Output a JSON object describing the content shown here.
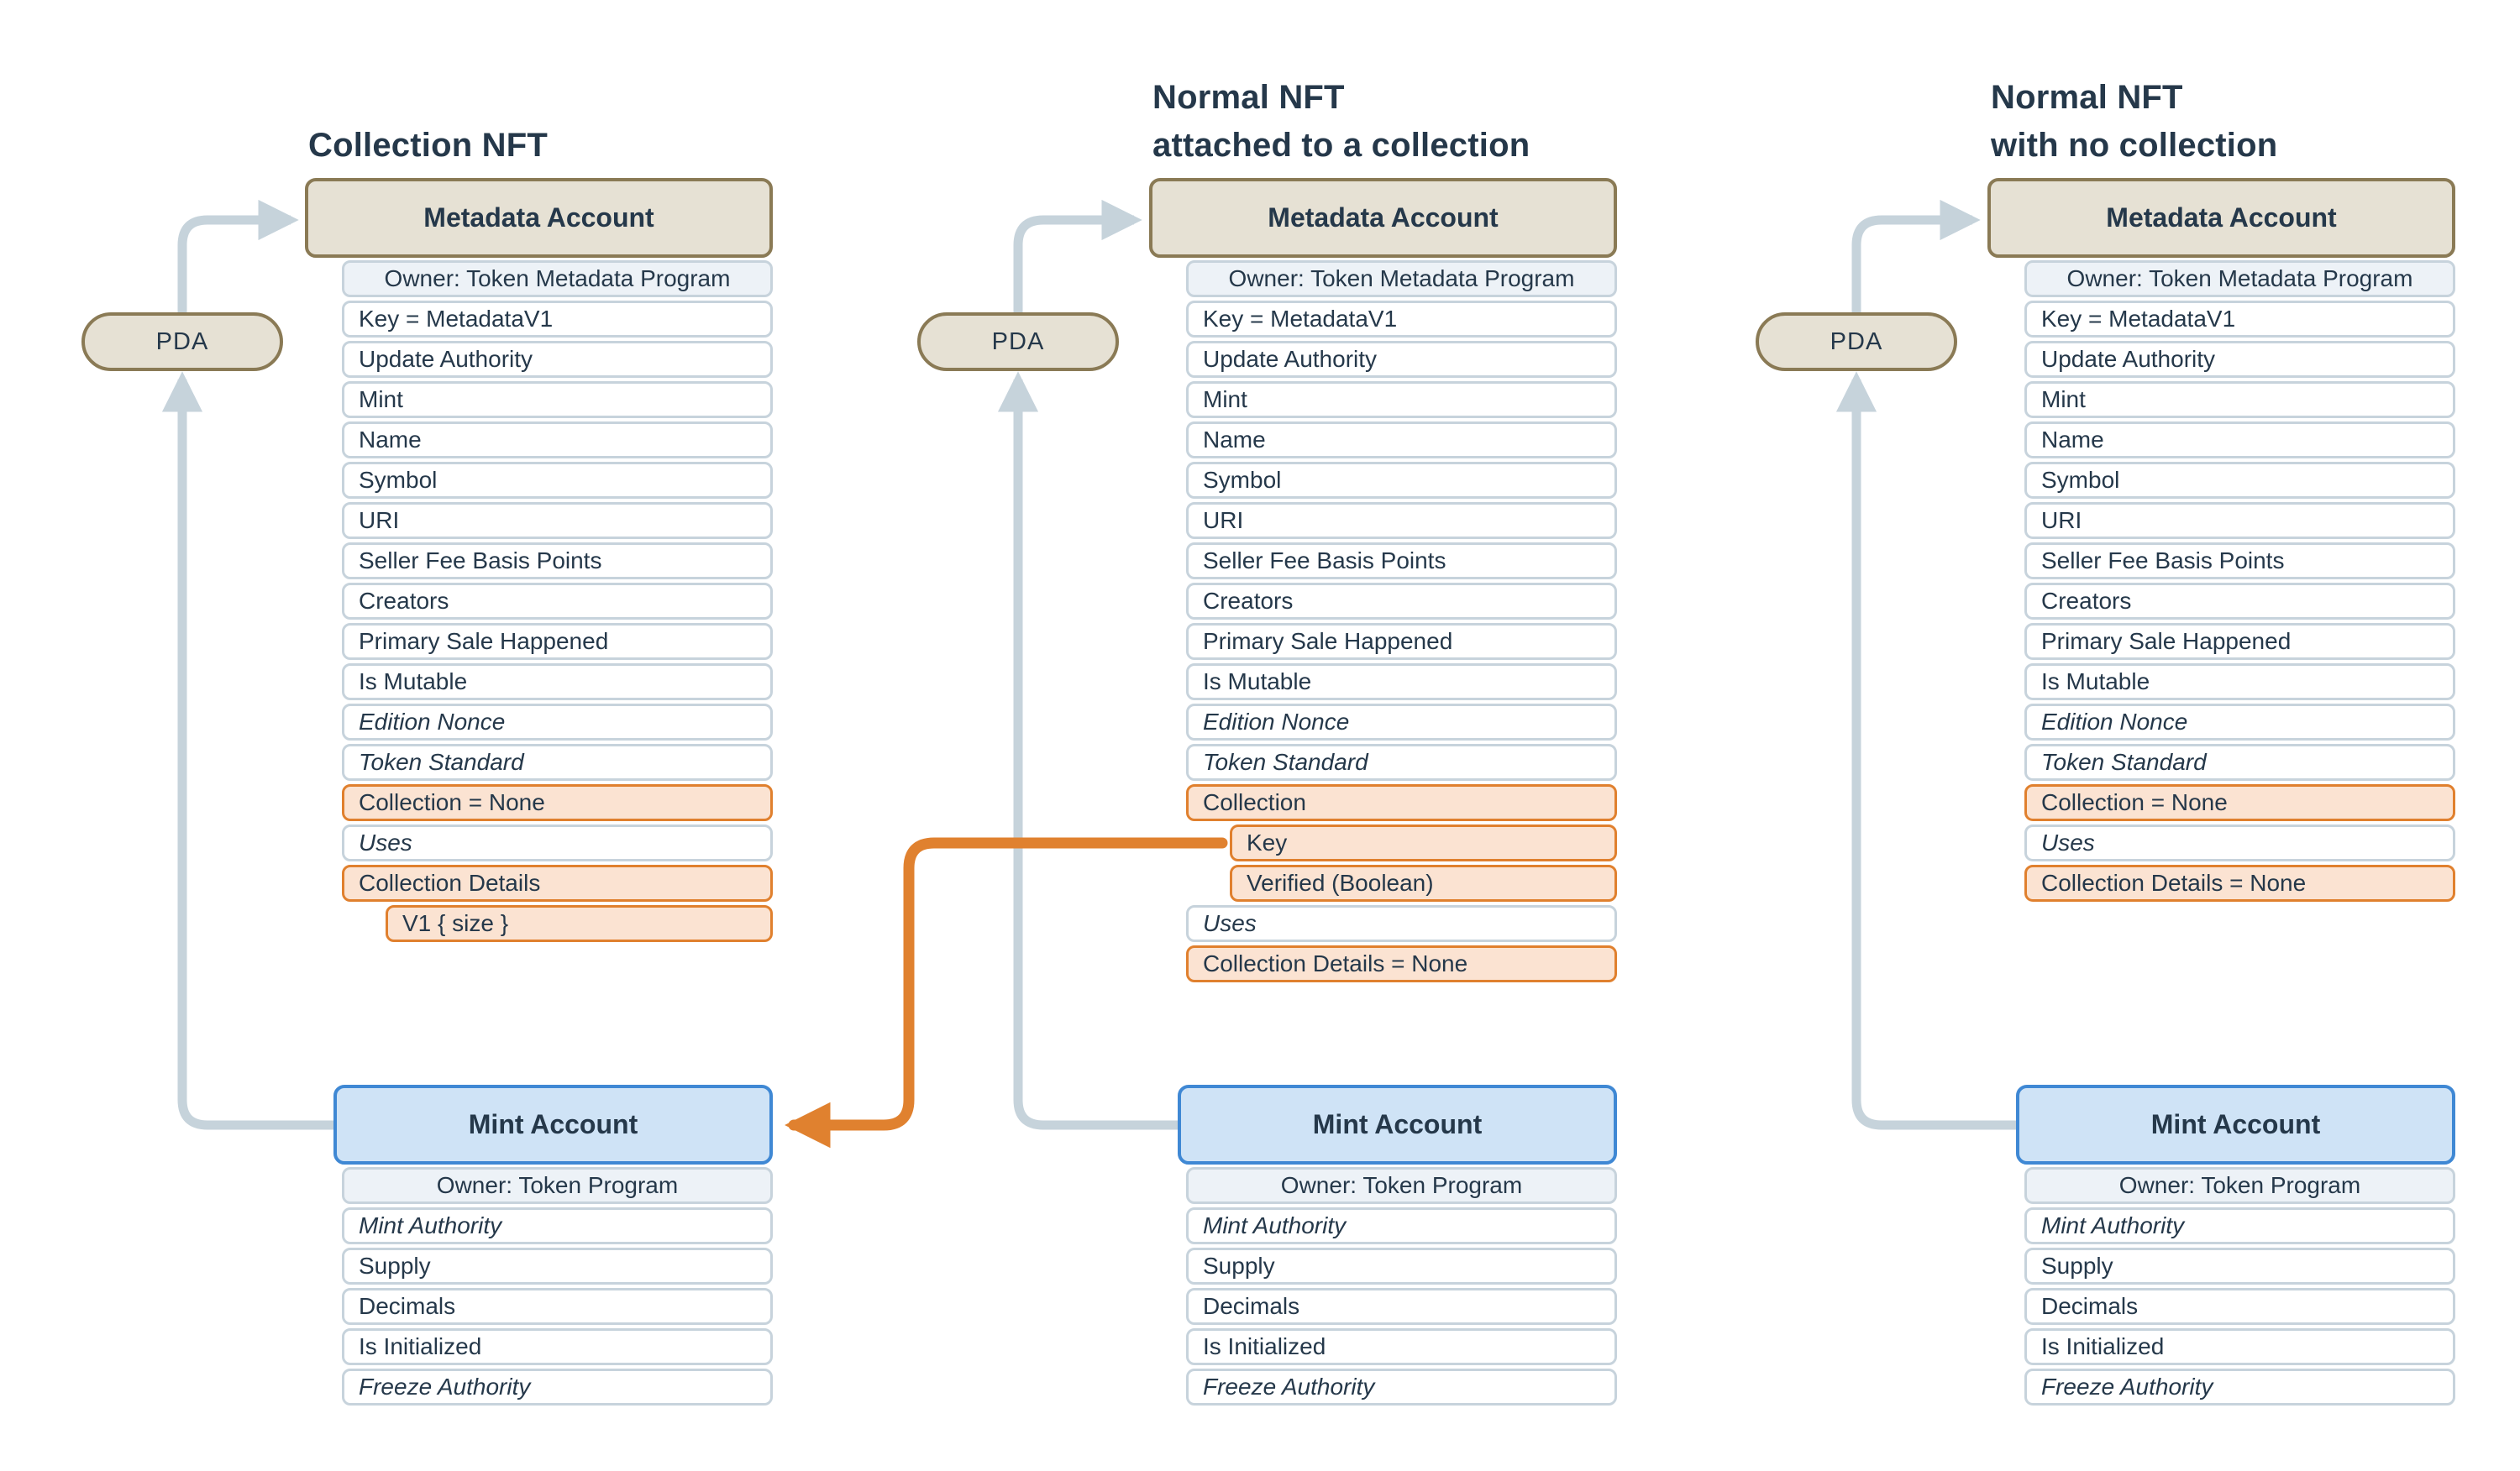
{
  "colors": {
    "text": "#25384a",
    "account_tan_fill": "#e6e1d4",
    "account_tan_border": "#8a7a55",
    "mint_blue_fill": "#cfe3f6",
    "mint_blue_border": "#3f88d4",
    "row_border": "#c7d3dc",
    "owner_row_fill": "#edf2f7",
    "highlight_fill": "#fbe3d2",
    "highlight_border": "#e0802e",
    "arrow_gray": "#c6d3db",
    "arrow_orange": "#e0812f"
  },
  "columns": [
    {
      "title_lines": [
        "Collection NFT"
      ],
      "pda_label": "PDA",
      "metadata": {
        "header": "Metadata Account",
        "owner": "Owner: Token Metadata Program",
        "rows": [
          {
            "label": "Key = MetadataV1"
          },
          {
            "label": "Update Authority"
          },
          {
            "label": "Mint"
          },
          {
            "label": "Name"
          },
          {
            "label": "Symbol"
          },
          {
            "label": "URI"
          },
          {
            "label": "Seller Fee Basis Points"
          },
          {
            "label": "Creators"
          },
          {
            "label": "Primary Sale Happened"
          },
          {
            "label": "Is Mutable"
          },
          {
            "label": "Edition Nonce",
            "style": "italic"
          },
          {
            "label": "Token Standard",
            "style": "italic"
          },
          {
            "label": "Collection = None",
            "style": "highlight"
          },
          {
            "label": "Uses",
            "style": "italic"
          },
          {
            "label": "Collection Details",
            "style": "highlight"
          },
          {
            "label": "V1 { size }",
            "style": "highlight indent"
          }
        ]
      },
      "mint": {
        "header": "Mint Account",
        "owner": "Owner: Token Program",
        "rows": [
          {
            "label": "Mint Authority",
            "style": "italic"
          },
          {
            "label": "Supply"
          },
          {
            "label": "Decimals"
          },
          {
            "label": "Is Initialized"
          },
          {
            "label": "Freeze Authority",
            "style": "italic"
          }
        ]
      }
    },
    {
      "title_lines": [
        "Normal NFT",
        "attached to a collection"
      ],
      "pda_label": "PDA",
      "metadata": {
        "header": "Metadata Account",
        "owner": "Owner: Token Metadata Program",
        "rows": [
          {
            "label": "Key = MetadataV1"
          },
          {
            "label": "Update Authority"
          },
          {
            "label": "Mint"
          },
          {
            "label": "Name"
          },
          {
            "label": "Symbol"
          },
          {
            "label": "URI"
          },
          {
            "label": "Seller Fee Basis Points"
          },
          {
            "label": "Creators"
          },
          {
            "label": "Primary Sale Happened"
          },
          {
            "label": "Is Mutable"
          },
          {
            "label": "Edition Nonce",
            "style": "italic"
          },
          {
            "label": "Token Standard",
            "style": "italic"
          },
          {
            "label": "Collection",
            "style": "highlight"
          },
          {
            "label": "Key",
            "style": "highlight indent"
          },
          {
            "label": "Verified (Boolean)",
            "style": "highlight indent"
          },
          {
            "label": "Uses",
            "style": "italic"
          },
          {
            "label": "Collection Details = None",
            "style": "highlight"
          }
        ]
      },
      "mint": {
        "header": "Mint Account",
        "owner": "Owner: Token Program",
        "rows": [
          {
            "label": "Mint Authority",
            "style": "italic"
          },
          {
            "label": "Supply"
          },
          {
            "label": "Decimals"
          },
          {
            "label": "Is Initialized"
          },
          {
            "label": "Freeze Authority",
            "style": "italic"
          }
        ]
      }
    },
    {
      "title_lines": [
        "Normal NFT",
        "with no collection"
      ],
      "pda_label": "PDA",
      "metadata": {
        "header": "Metadata Account",
        "owner": "Owner: Token Metadata Program",
        "rows": [
          {
            "label": "Key = MetadataV1"
          },
          {
            "label": "Update Authority"
          },
          {
            "label": "Mint"
          },
          {
            "label": "Name"
          },
          {
            "label": "Symbol"
          },
          {
            "label": "URI"
          },
          {
            "label": "Seller Fee Basis Points"
          },
          {
            "label": "Creators"
          },
          {
            "label": "Primary Sale Happened"
          },
          {
            "label": "Is Mutable"
          },
          {
            "label": "Edition Nonce",
            "style": "italic"
          },
          {
            "label": "Token Standard",
            "style": "italic"
          },
          {
            "label": "Collection = None",
            "style": "highlight"
          },
          {
            "label": "Uses",
            "style": "italic"
          },
          {
            "label": "Collection Details = None",
            "style": "highlight"
          }
        ]
      },
      "mint": {
        "header": "Mint Account",
        "owner": "Owner: Token Program",
        "rows": [
          {
            "label": "Mint Authority",
            "style": "italic"
          },
          {
            "label": "Supply"
          },
          {
            "label": "Decimals"
          },
          {
            "label": "Is Initialized"
          },
          {
            "label": "Freeze Authority",
            "style": "italic"
          }
        ]
      }
    }
  ]
}
